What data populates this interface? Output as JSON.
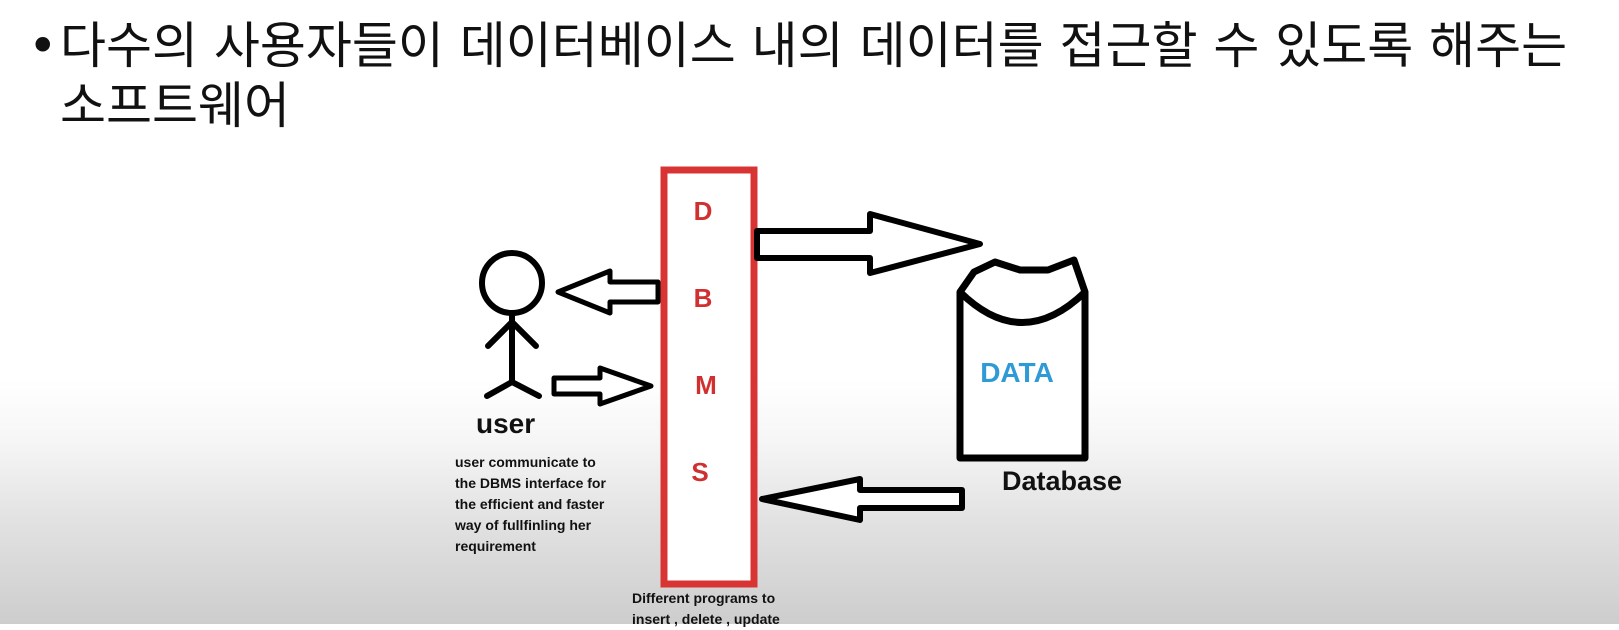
{
  "slide": {
    "bullet": "•",
    "text": "다수의 사용자들이 데이터베이스 내의 데이터를 접근할 수 있도록 해주는 소프트웨어"
  },
  "diagram": {
    "dbms_letters": [
      "D",
      "B",
      "M",
      "S"
    ],
    "data_label": "DATA",
    "user_label": "user",
    "database_label": "Database",
    "user_note": [
      "user communicate to",
      "the DBMS interface for",
      "the efficient and faster",
      "way of fullfinling her",
      "requirement"
    ],
    "programs_note": [
      "Different programs to",
      "insert , delete , update"
    ],
    "colors": {
      "dbms_border": "#d93434",
      "dbms_text": "#d03030",
      "data_text": "#2e9ad6"
    }
  }
}
